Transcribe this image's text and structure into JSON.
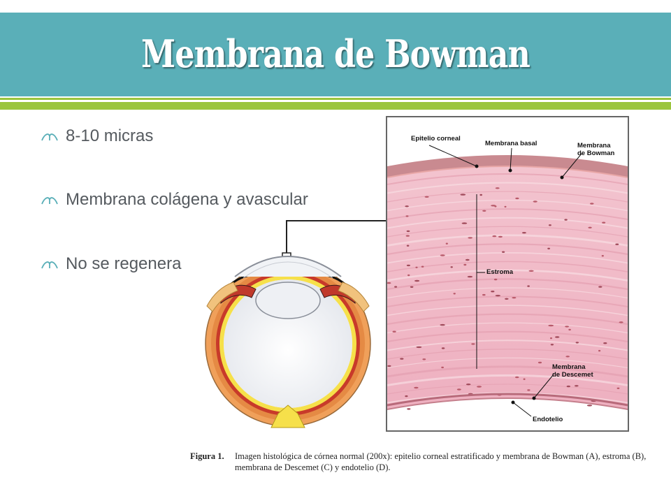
{
  "slide": {
    "title": "Membrana de Bowman",
    "bullets": [
      "8-10 micras",
      "Membrana colágena y avascular",
      "No se regenera"
    ]
  },
  "figure": {
    "labels": {
      "epitelio": "Epitelio corneal",
      "basal": "Membrana basal",
      "bowman_1": "Membrana",
      "bowman_2": "de Bowman",
      "estroma": "Estroma",
      "descemet_1": "Membrana",
      "descemet_2": "de Descemet",
      "endotelio": "Endotelio"
    },
    "caption_label": "Figura 1.",
    "caption_text": "Imagen histológica de córnea normal (200x): epitelio corneal estratificado y membrana de Bowman (A), estroma (B), membrana de Descemet (C) y endotelio (D)."
  },
  "colors": {
    "header": "#5aafb8",
    "accent_bar": "#9bc53d",
    "bullet_mark": "#5aafb8",
    "tissue": "#eeb7c4",
    "epithelium": "#c98a90"
  },
  "icons": {
    "bullet": "wing-bullet-icon"
  }
}
